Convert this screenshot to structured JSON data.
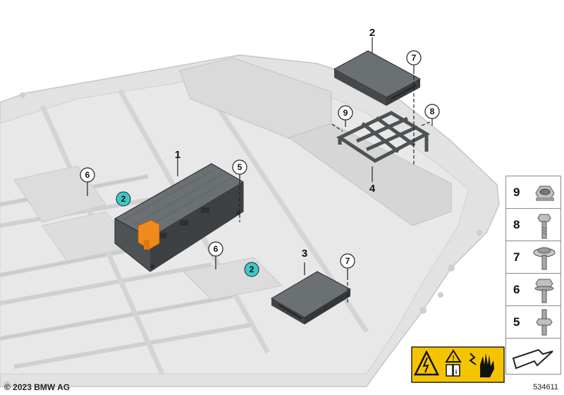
{
  "callouts": {
    "c1": "1",
    "c2a": "2",
    "c2b": "2",
    "c2c": "2",
    "c3": "3",
    "c4": "4",
    "c5": "5",
    "c6a": "6",
    "c6b": "6",
    "c7a": "7",
    "c7b": "7",
    "c8": "8",
    "c9": "9"
  },
  "legend": [
    {
      "num": "9",
      "icon": "hex-nut-icon"
    },
    {
      "num": "8",
      "icon": "hex-bolt-icon"
    },
    {
      "num": "7",
      "icon": "torx-flange-screw-icon"
    },
    {
      "num": "6",
      "icon": "flange-bolt-icon"
    },
    {
      "num": "5",
      "icon": "stud-bolt-icon"
    }
  ],
  "footer": {
    "copyright": "© 2023 BMW AG",
    "doc_number": "534611"
  },
  "colors": {
    "tray": "#e2e2e2",
    "tray_edge": "#c6c6c6",
    "module_dark": "#505558",
    "connector_orange": "#f08a1c",
    "callout_teal": "#3cc8c8",
    "warning_yellow": "#f5c400"
  }
}
